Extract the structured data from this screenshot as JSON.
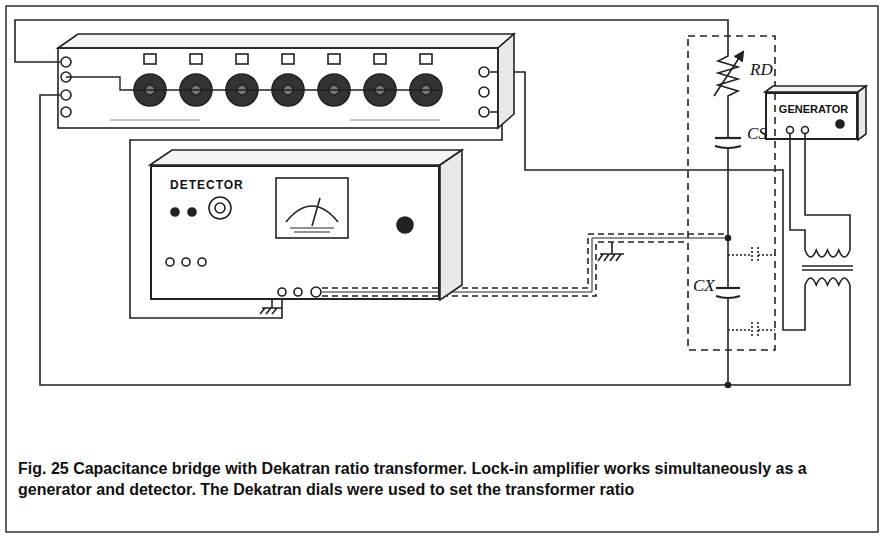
{
  "diagram": {
    "caption": "Fig. 25 Capacitance bridge with Dekatran ratio transformer. Lock-in amplifier works simultaneously as a generator and detector.  The Dekatran dials were used to set the transformer ratio",
    "nodes": [
      {
        "text": [
          "DETECTOR"
        ]
      },
      {
        "text": [
          "GENERATOR"
        ]
      }
    ],
    "labels": [
      "RD",
      "CS",
      "CX"
    ]
  }
}
